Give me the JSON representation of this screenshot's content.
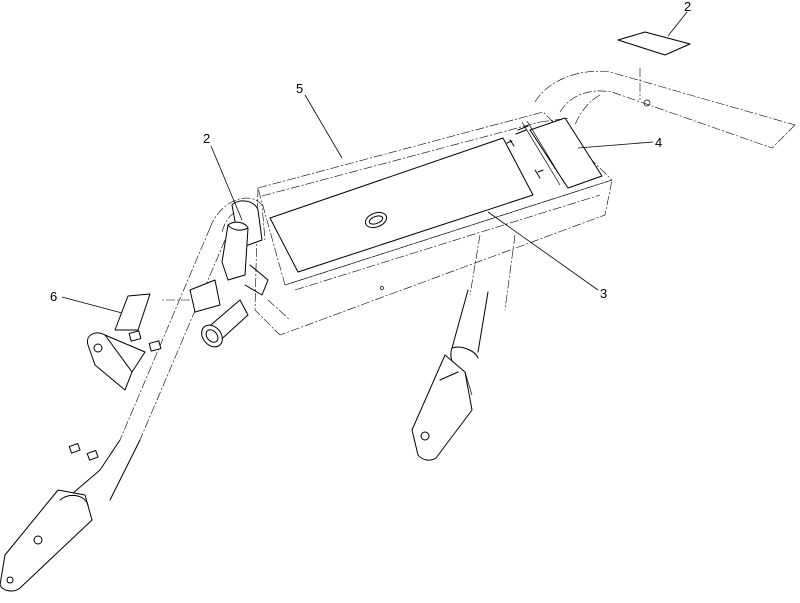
{
  "diagram": {
    "callouts": [
      {
        "id": "callout-2-top-right",
        "label": "2"
      },
      {
        "id": "callout-5",
        "label": "5"
      },
      {
        "id": "callout-2-left",
        "label": "2"
      },
      {
        "id": "callout-4",
        "label": "4"
      },
      {
        "id": "callout-6",
        "label": "6"
      },
      {
        "id": "callout-3",
        "label": "3"
      }
    ]
  },
  "colors": {
    "line": "#000000",
    "background": "#ffffff"
  }
}
